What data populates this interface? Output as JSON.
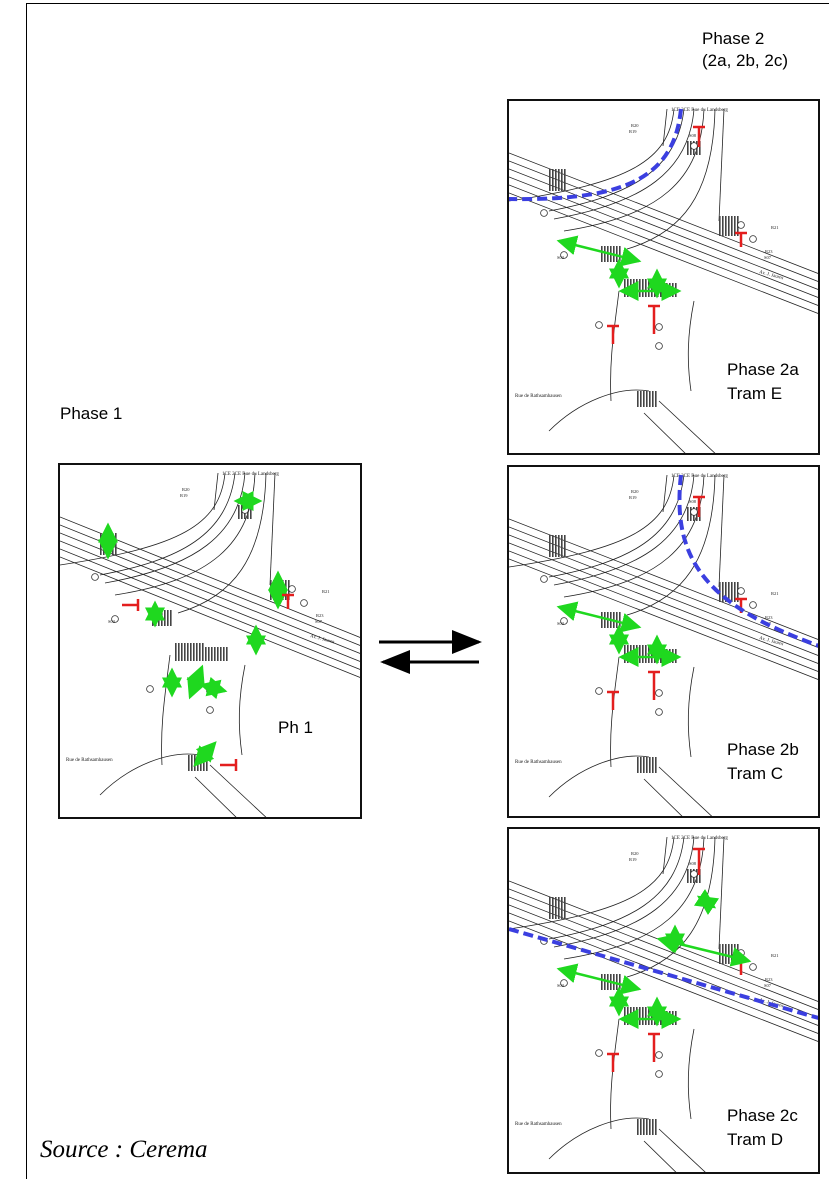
{
  "phase2_header": {
    "line1": "Phase 2",
    "line2": "(2a, 2b, 2c)"
  },
  "phase1_label": "Phase 1",
  "panels": {
    "p1": {
      "line1": "Ph 1",
      "line2": ""
    },
    "p2a": {
      "line1": "Phase 2a",
      "line2": "Tram E"
    },
    "p2b": {
      "line1": "Phase 2b",
      "line2": "Tram C"
    },
    "p2c": {
      "line1": "Phase 2c",
      "line2": "Tram D"
    }
  },
  "plan_text": {
    "street_north": "1CE 2CE  Rue du Landsberg",
    "street_east": "Av. J. Jaures",
    "street_sw": "Rue de Rathsamhausen",
    "signals": [
      "R20",
      "R19",
      "R23",
      "S07",
      "S02",
      "S08",
      "R21"
    ]
  },
  "source": "Source : Cerema",
  "colors": {
    "green": "#1fd81f",
    "red": "#e31e1e",
    "tram": "#3b3fe0",
    "line": "#222222"
  }
}
